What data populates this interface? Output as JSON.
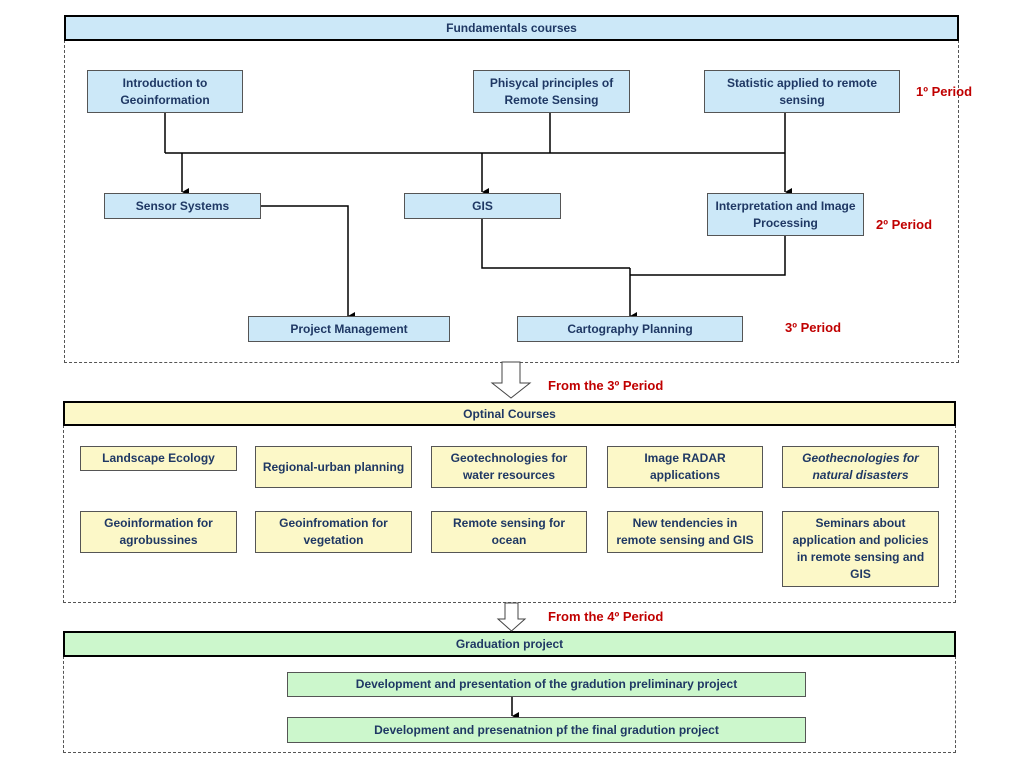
{
  "fundamentals": {
    "header": "Fundamentals courses",
    "courses": {
      "intro_geoinfo": "Introduction to Geoinformation",
      "physical_principles": "Phisycal principles of Remote Sensing",
      "statistic": "Statistic applied to remote sensing",
      "sensor_systems": "Sensor Systems",
      "gis": "GIS",
      "interpretation": "Interpretation and Image Processing",
      "project_management": "Project Management",
      "cartography": "Cartography Planning"
    },
    "periods": {
      "p1": "1º Period",
      "p2": "2º Period",
      "p3": "3º Period"
    }
  },
  "transitions": {
    "from_3": "From the 3º Period",
    "from_4": "From the 4º Period"
  },
  "optional": {
    "header": "Optinal Courses",
    "courses": {
      "landscape": "Landscape Ecology",
      "regional": "Regional-urban planning",
      "water": "Geotechnologies for water resources",
      "radar": "Image RADAR applications",
      "disasters": "Geothecnologies for natural disasters",
      "agro": "Geoinformation for agrobussines",
      "vegetation": "Geoinfromation for vegetation",
      "ocean": "Remote sensing for ocean",
      "tendencies": "New tendencies in remote sensing and GIS",
      "seminars": "Seminars about application and policies in remote sensing and GIS"
    }
  },
  "graduation": {
    "header": "Graduation project",
    "steps": {
      "preliminary": "Development and presentation of the  gradution preliminary project",
      "final": "Development and presenatnion pf the final gradution project"
    }
  },
  "colors": {
    "fundamentals_fill": "#cce8f8",
    "optional_fill": "#fcf8c8",
    "graduation_fill": "#ccf7cc",
    "text": "#1f3864",
    "period_text": "#c00000"
  }
}
